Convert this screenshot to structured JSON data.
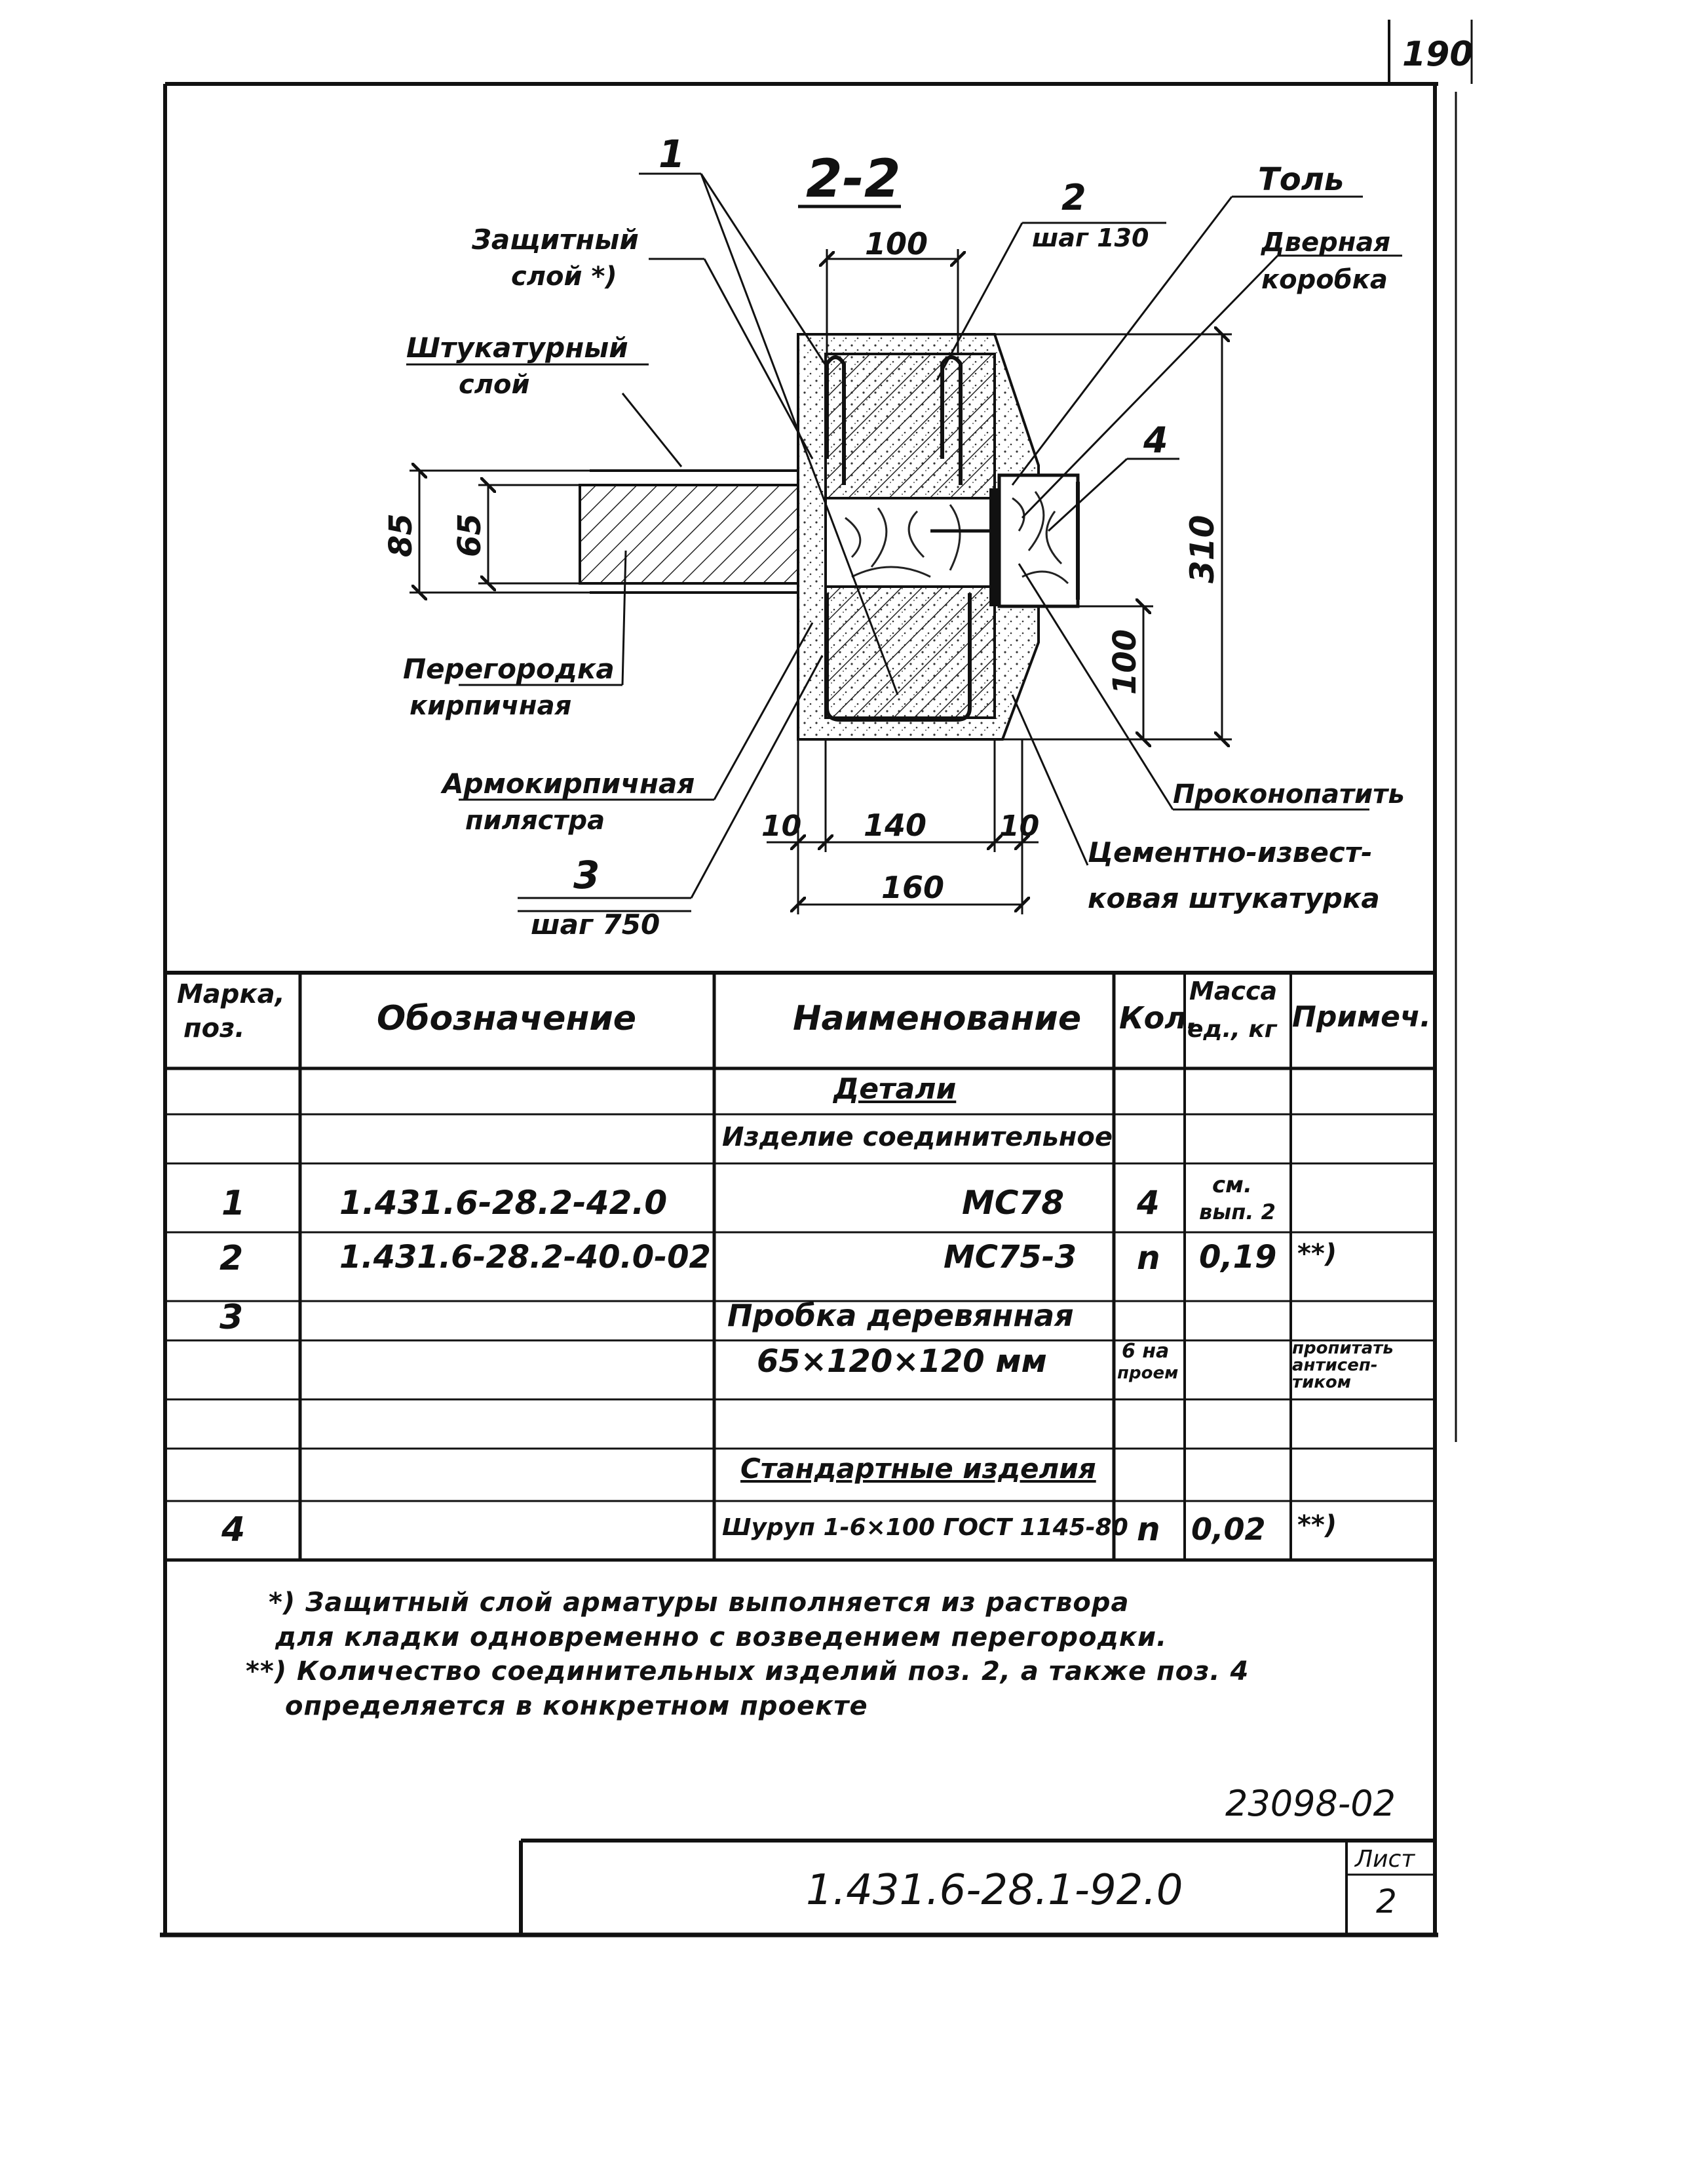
{
  "sheet": {
    "page_number": "190",
    "inventory_number": "23098-02",
    "document_code": "1.431.6-28.1-92.0",
    "sheet_label": "Лист",
    "sheet_number": "2"
  },
  "section": {
    "title": "2-2",
    "labels": {
      "pos1": "1",
      "pos2": "2",
      "pos2_step": "шаг 130",
      "pos3": "3",
      "pos3_step": "шаг 750",
      "pos4": "4",
      "protective_layer_1": "Защитный",
      "protective_layer_2": "слой *)",
      "plaster_layer_1": "Штукатурный",
      "plaster_layer_2": "слой",
      "partition_1": "Перегородка",
      "partition_2": "кирпичная",
      "pilaster_1": "Армокирпичная",
      "pilaster_2": "пилястра",
      "tol": "Толь",
      "door_frame_1": "Дверная",
      "door_frame_2": "коробка",
      "caulk": "Проконопатить",
      "cement_plaster_1": "Цементно-извест-",
      "cement_plaster_2": "ковая штукатурка"
    },
    "dimensions": {
      "top_100": "100",
      "d85": "85",
      "d65": "65",
      "d310": "310",
      "right_100": "100",
      "d10_left": "10",
      "d140": "140",
      "d10_right": "10",
      "d160": "160"
    }
  },
  "table": {
    "headers": {
      "mark_1": "Марка,",
      "mark_2": "поз.",
      "designation": "Обозначение",
      "name": "Наименование",
      "qty": "Кол.",
      "mass_1": "Масса",
      "mass_2": "ед., кг",
      "note": "Примеч."
    },
    "rows": {
      "details_heading": "Детали",
      "connector_heading": "Изделие соединительное",
      "r1_pos": "1",
      "r1_designation": "1.431.6-28.2-42.0",
      "r1_name": "МС78",
      "r1_qty": "4",
      "r1_mass_1": "см.",
      "r1_mass_2": "вып. 2",
      "r2_pos": "2",
      "r2_designation": "1.431.6-28.2-40.0-02",
      "r2_name": "МС75-3",
      "r2_qty": "n",
      "r2_mass": "0,19",
      "r2_note": "**)",
      "r3_pos": "3",
      "r3_name_1": "Пробка деревянная",
      "r3_name_2": "65×120×120 мм",
      "r3_qty_1": "6 на",
      "r3_qty_2": "проем",
      "r3_note_1": "пропитать",
      "r3_note_2": "антисеп-",
      "r3_note_3": "тиком",
      "standard_heading": "Стандартные изделия",
      "r4_pos": "4",
      "r4_name": "Шуруп 1-6×100 ГОСТ 1145-80",
      "r4_qty": "n",
      "r4_mass": "0,02",
      "r4_note": "**)"
    }
  },
  "notes": {
    "n1_line1": "*) Защитный слой арматуры выполняется из раствора",
    "n1_line2": "для кладки одновременно с возведением перегородки.",
    "n2_line1": "**) Количество соединительных изделий поз. 2, а также поз. 4",
    "n2_line2": "определяется в конкретном проекте"
  },
  "colors": {
    "ink": "#111111",
    "paper": "#ffffff"
  }
}
